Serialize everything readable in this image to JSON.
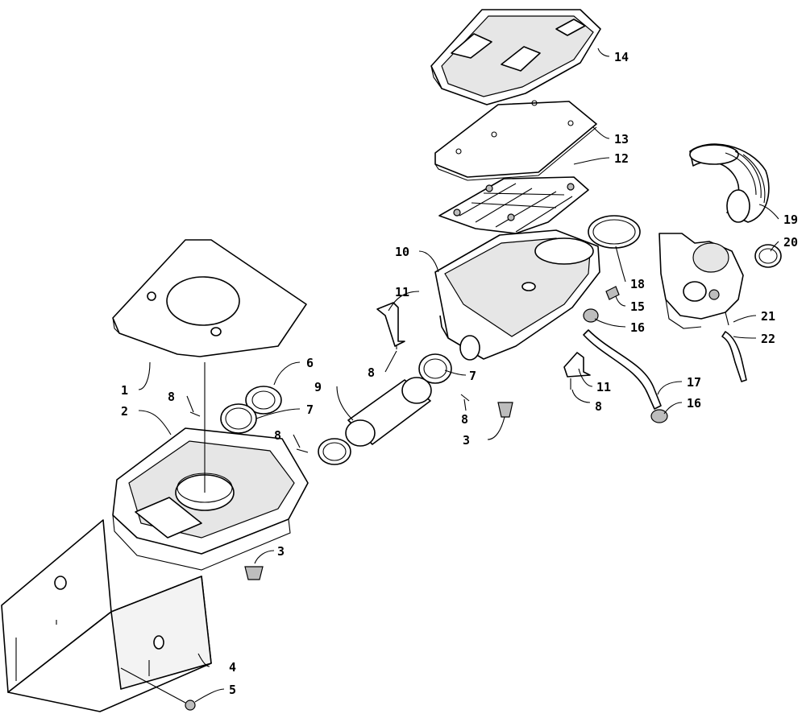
{
  "diagram": {
    "callouts": [
      {
        "id": "c1",
        "label": "1"
      },
      {
        "id": "c2",
        "label": "2"
      },
      {
        "id": "c3a",
        "label": "3"
      },
      {
        "id": "c3b",
        "label": "3"
      },
      {
        "id": "c4",
        "label": "4"
      },
      {
        "id": "c5",
        "label": "5"
      },
      {
        "id": "c6",
        "label": "6"
      },
      {
        "id": "c7a",
        "label": "7"
      },
      {
        "id": "c7b",
        "label": "7"
      },
      {
        "id": "c8a",
        "label": "8"
      },
      {
        "id": "c8b",
        "label": "8"
      },
      {
        "id": "c8c",
        "label": "8"
      },
      {
        "id": "c8d",
        "label": "8"
      },
      {
        "id": "c8e",
        "label": "8"
      },
      {
        "id": "c9",
        "label": "9"
      },
      {
        "id": "c10",
        "label": "10"
      },
      {
        "id": "c11a",
        "label": "11"
      },
      {
        "id": "c11b",
        "label": "11"
      },
      {
        "id": "c12",
        "label": "12"
      },
      {
        "id": "c13",
        "label": "13"
      },
      {
        "id": "c14",
        "label": "14"
      },
      {
        "id": "c15",
        "label": "15"
      },
      {
        "id": "c16a",
        "label": "16"
      },
      {
        "id": "c16b",
        "label": "16"
      },
      {
        "id": "c17",
        "label": "17"
      },
      {
        "id": "c18",
        "label": "18"
      },
      {
        "id": "c19",
        "label": "19"
      },
      {
        "id": "c20",
        "label": "20"
      },
      {
        "id": "c21",
        "label": "21"
      },
      {
        "id": "c22",
        "label": "22"
      }
    ]
  }
}
